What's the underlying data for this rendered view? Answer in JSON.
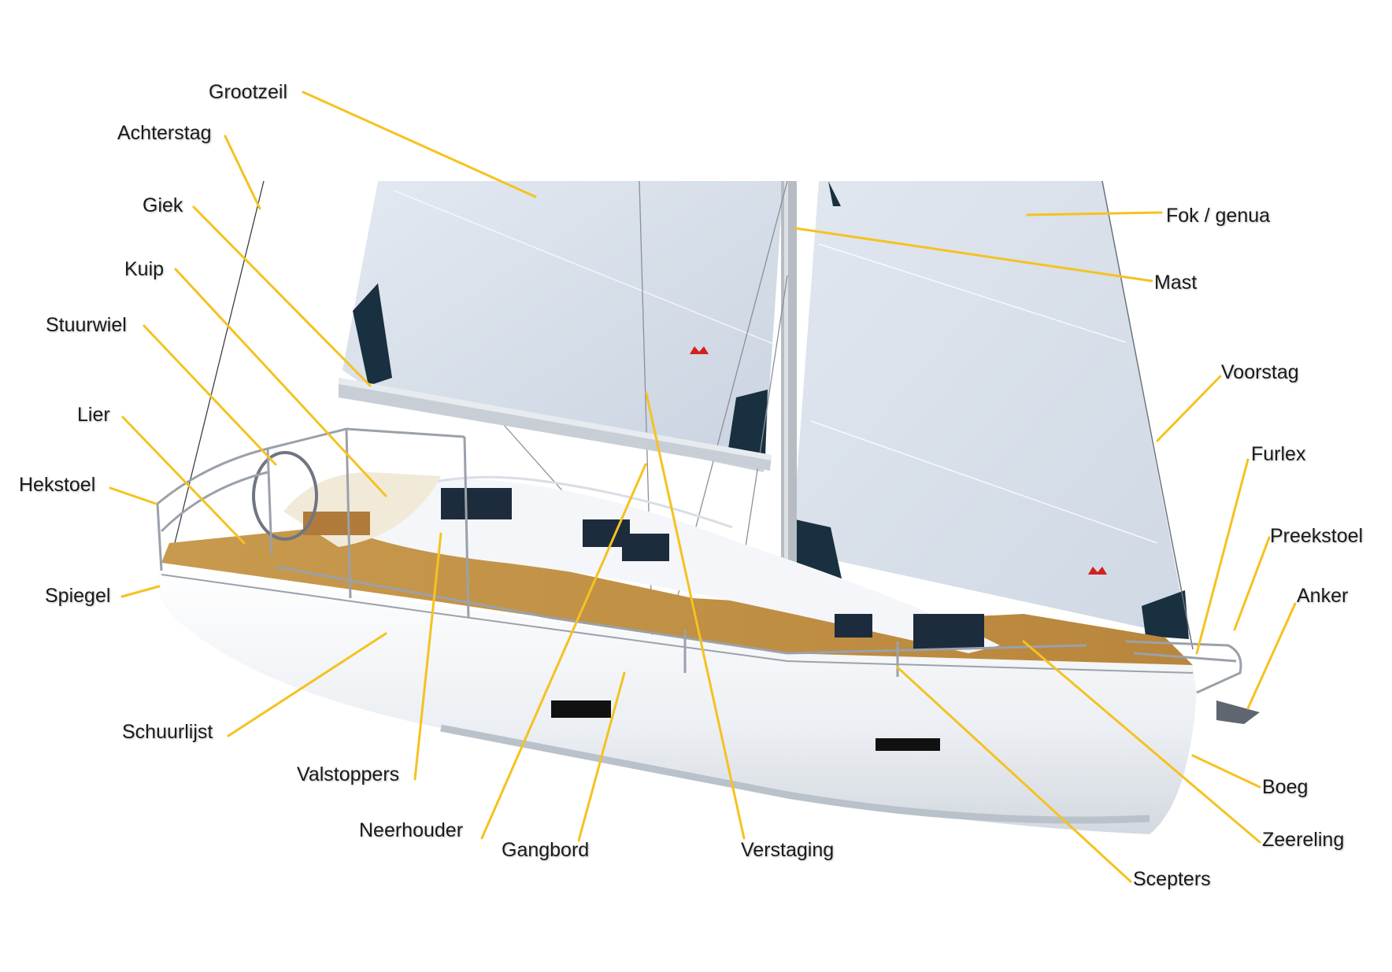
{
  "diagram": {
    "accent_color": "#f5c220",
    "labels": {
      "grootzeil": "Grootzeil",
      "achterstag": "Achterstag",
      "giek": "Giek",
      "kuip": "Kuip",
      "stuurwiel": "Stuurwiel",
      "lier": "Lier",
      "hekstoel": "Hekstoel",
      "spiegel": "Spiegel",
      "schuurlijst": "Schuurlijst",
      "valstoppers": "Valstoppers",
      "neerhouder": "Neerhouder",
      "gangbord": "Gangbord",
      "verstaging": "Verstaging",
      "scepters": "Scepters",
      "zeereling": "Zeereling",
      "boeg": "Boeg",
      "anker": "Anker",
      "preekstoel": "Preekstoel",
      "furlex": "Furlex",
      "voorstag": "Voorstag",
      "mast": "Mast",
      "fok_genua": "Fok / genua"
    }
  }
}
